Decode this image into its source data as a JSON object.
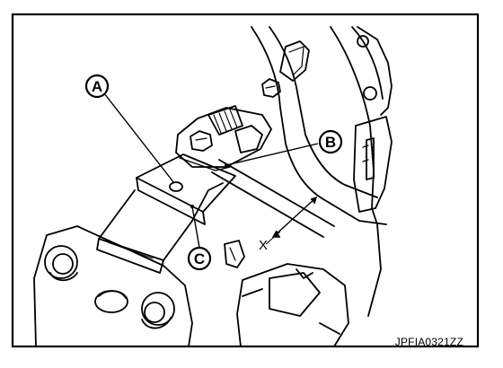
{
  "callouts": {
    "a": "A",
    "b": "B",
    "c": "C"
  },
  "dimension_label": "X",
  "figure_code": "JPFIA0321ZZ"
}
